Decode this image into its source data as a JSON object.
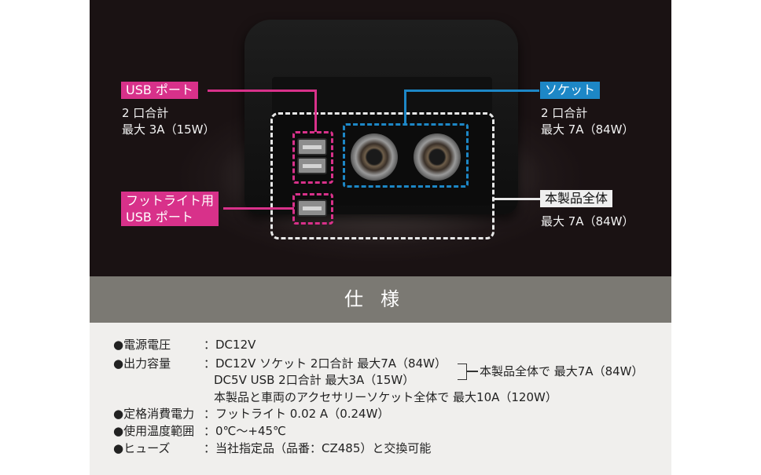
{
  "callouts": {
    "usb": {
      "label": "USB ポート",
      "line1": "2 口合計",
      "line2": "最大 3A（15W）",
      "color": "#d8318a"
    },
    "footlight": {
      "label_line1": "フットライト用",
      "label_line2": "USB ポート",
      "color": "#d8318a"
    },
    "socket": {
      "label": "ソケット",
      "line1": "2 口合計",
      "line2": "最大 7A（84W）",
      "color": "#1d87c6"
    },
    "whole": {
      "label": "本製品全体",
      "line1": "最大 7A（84W）"
    }
  },
  "spec_title": "仕様",
  "specs": {
    "voltage": {
      "label": "●電源電圧",
      "value": "：DC12V"
    },
    "output": {
      "label": "●出力容量",
      "socket_row": "：DC12V ソケット 2口合計 最大7A（84W）",
      "usb_row": "DC5V USB 2口合計 最大3A（15W）",
      "combined": "本製品全体で 最大7A（84W）",
      "total_row": "本製品と車両のアクセサリーソケット全体で 最大10A（120W）"
    },
    "power": {
      "label": "●定格消費電力",
      "value": "：フットライト 0.02 A（0.24W）"
    },
    "temp": {
      "label": "●使用温度範囲",
      "value": "：0℃〜+45℃"
    },
    "fuse": {
      "label": "●ヒューズ",
      "value": "：当社指定品（品番：CZ485）と交換可能"
    }
  }
}
